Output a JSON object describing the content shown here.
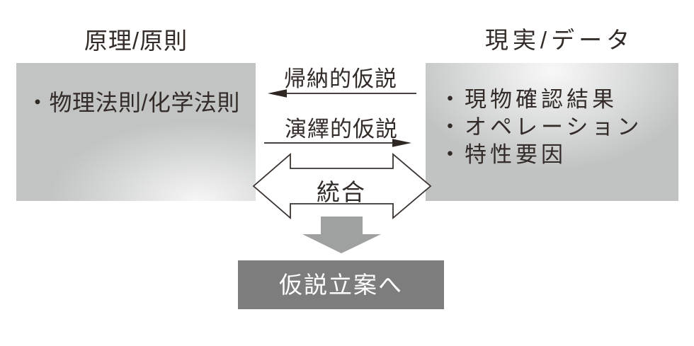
{
  "panels": {
    "left": {
      "title": "原理/原則",
      "items": [
        "・物理法則/化学法則"
      ]
    },
    "right": {
      "title": "現実/データ",
      "items": [
        "・現物確認結果",
        "・オペレーション",
        "・特性要因"
      ]
    }
  },
  "arrows": {
    "induction": {
      "label": "帰納的仮説",
      "direction": "left"
    },
    "deduction": {
      "label": "演繹的仮説",
      "direction": "right"
    },
    "integration": {
      "label": "統合",
      "direction": "both"
    },
    "down": {
      "direction": "down"
    }
  },
  "result": {
    "label": "仮説立案へ"
  },
  "colors": {
    "background": "#ffffff",
    "panel_gray": "#c2c3c3",
    "panel_highlight": "#f7f7f7",
    "stroke": "#2e2724",
    "text": "#322b28",
    "down_arrow": "#9fa0a0",
    "result_box": "#7d7d7e",
    "result_text": "#ffffff"
  }
}
